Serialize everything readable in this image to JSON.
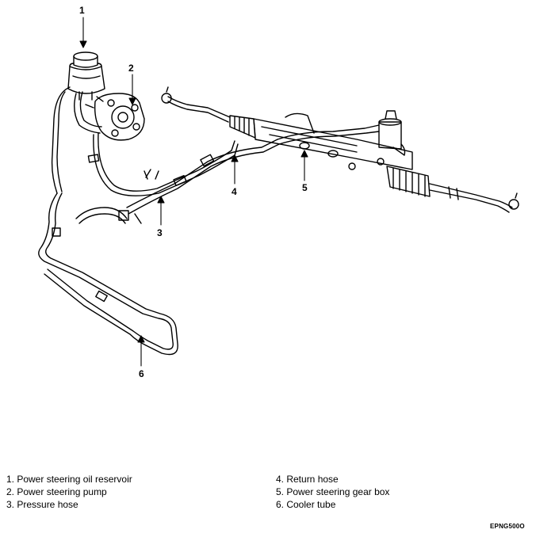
{
  "callouts": {
    "c1": "1",
    "c2": "2",
    "c3": "3",
    "c4": "4",
    "c5": "5",
    "c6": "6"
  },
  "legend": {
    "left": [
      "1. Power steering oil reservoir",
      "2. Power steering pump",
      "3. Pressure hose"
    ],
    "right": [
      "4. Return hose",
      "5. Power steering gear box",
      "6. Cooler tube"
    ]
  },
  "figure_code": "EPNG500O"
}
